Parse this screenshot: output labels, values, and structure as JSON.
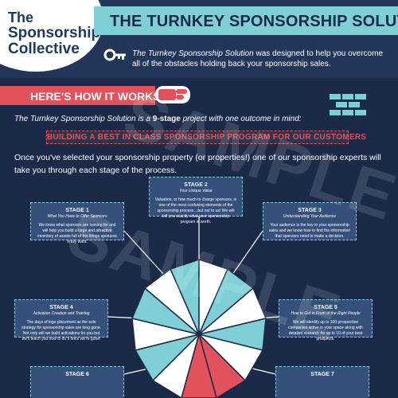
{
  "logo": {
    "line1": "The",
    "line2": "Sponsorship",
    "line3": "Collective"
  },
  "title": "THE TURNKEY SPONSORSHIP SOLUTION",
  "intro": {
    "em": "The Turnkey Sponsorship Solution",
    "rest": " was designed to help you overcome all of the obstacles holding back your sponsorship sales."
  },
  "how_it_works": "HERE'S HOW IT WORKS",
  "description": {
    "prefix": "The Turnkey Sponsorship Solution is a ",
    "bold": "9-stage",
    "suffix": " project with one outcome in mind:"
  },
  "goal": "BUILDING A BEST IN CLASS SPONSORSHIP PROGRAM FOR OUR CUSTOMERS",
  "process_text": "Once you've selected your sponsorship property (or properties!) one of our sponsorship experts will take you through each stage of the process.",
  "stages": {
    "s1": {
      "title": "STAGE 1",
      "subtitle": "What You Have to Offer Sponsors",
      "body": "We know what sponsors are looking for and will help you build a large and attractive inventory of assets full of the things sponsors really want."
    },
    "s2": {
      "title": "STAGE 2",
      "subtitle": "Your Unique Value",
      "body": "Valuation, or how much to charge sponsors, is one of the most confusing elements of the sponsorship process…but not to us! We will tell you exactly what your sponsorship program is worth."
    },
    "s3": {
      "title": "STAGE 3",
      "subtitle": "Understanding Your Audience",
      "body": "Your audience is the key to your sponsorship sales and we know how to find the information that sponsors need to make a decision."
    },
    "s4": {
      "title": "STAGE 4",
      "subtitle": "Activation Creation and Training",
      "body": "The days of logo placement as the sole strategy for sponsorship sales are long gone. Not only will we build activations for you but we'll teach you how to do it once we're gone!"
    },
    "s5": {
      "title": "STAGE 5",
      "subtitle": "How to Get in Front of the Right People",
      "body": "We will identify up to 100 prospective companies active in your space along with detailed research for up to 10 of your best prospects."
    },
    "s6": {
      "title": "STAGE 6",
      "subtitle": "",
      "body": ""
    },
    "s7": {
      "title": "STAGE 7",
      "subtitle": "",
      "body": ""
    }
  },
  "watermark": "SAMPLE",
  "colors": {
    "navy": "#1b2a48",
    "teal": "#7fd0d6",
    "coral": "#e3525b",
    "panel": "#35507a"
  }
}
